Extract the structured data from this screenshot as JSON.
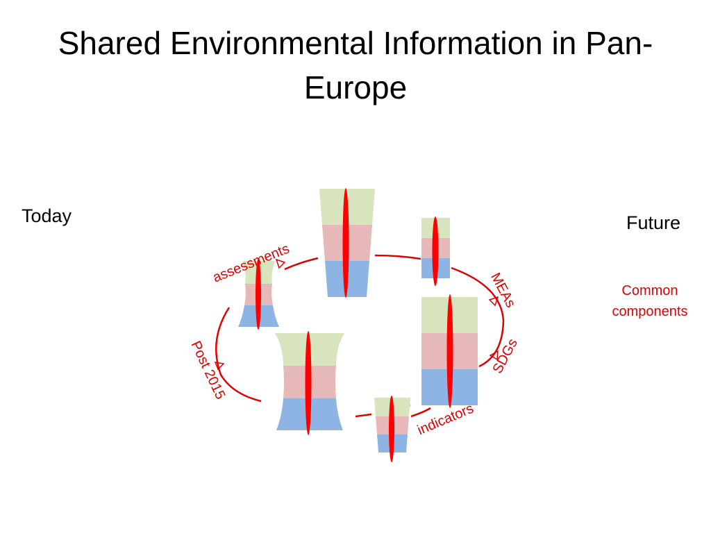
{
  "slide": {
    "title": "Shared Environmental Information in Pan-Europe",
    "today_label": "Today",
    "future_label": "Future",
    "common_components_label": "Common components"
  },
  "diagram": {
    "cycle_labels": {
      "assessments": "assessments",
      "meas": "MEAs",
      "sdgs": "SDGs",
      "indicators": "indicators",
      "post2015": "Post 2015"
    },
    "colors": {
      "accent_red": "#e00000",
      "band_top_green": "#d7e4bd",
      "band_middle_pink": "#e6b9b8",
      "band_bottom_blue": "#8eb4e3"
    }
  }
}
